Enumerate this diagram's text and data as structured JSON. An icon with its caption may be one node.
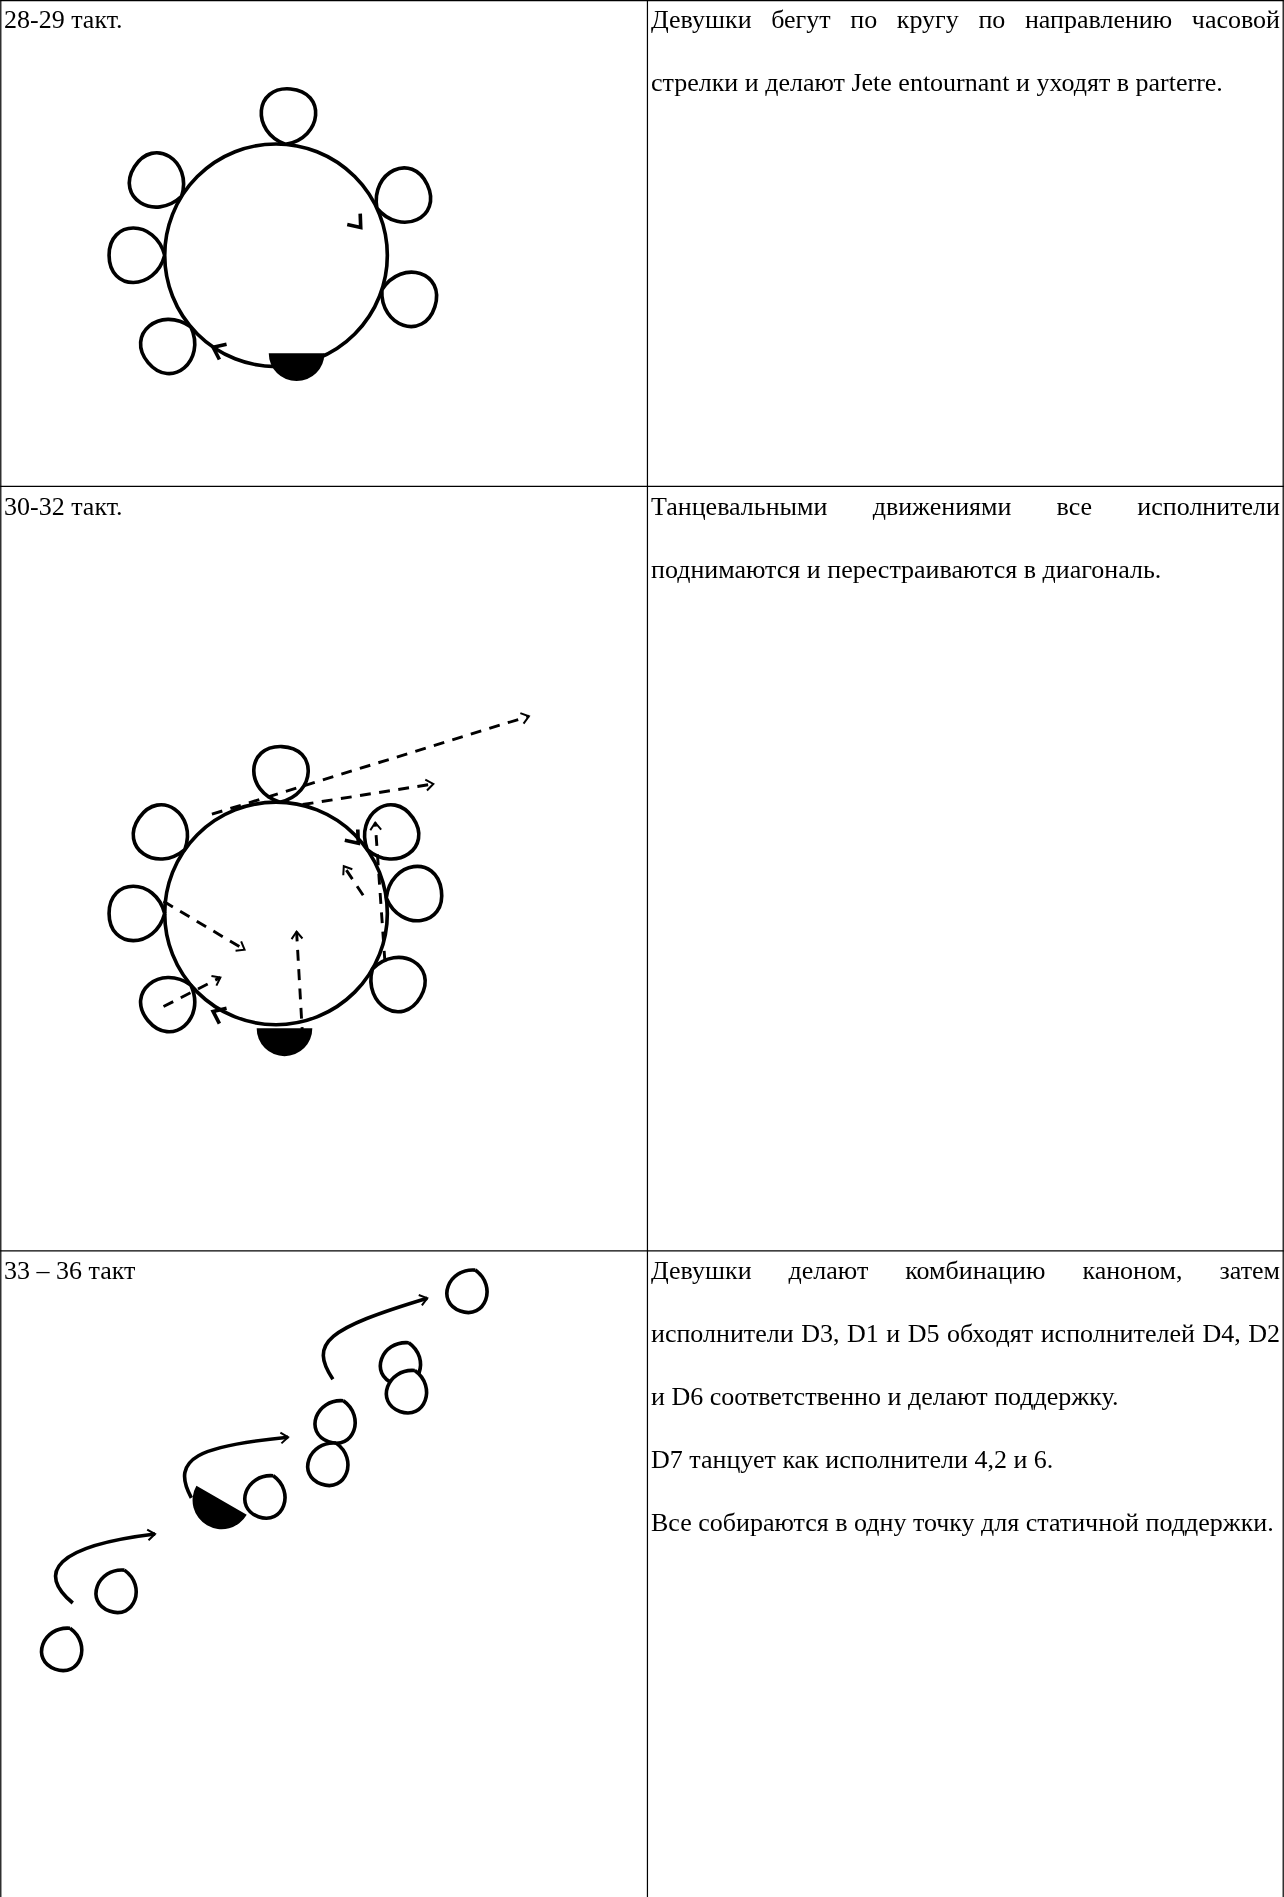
{
  "diagram": {
    "labels": [
      "28-29 такт.",
      "Девушки бегут по кругу по направлению часовой стрелки и делают Jete entournant и уходят в parterre.",
      "30-32 такт.",
      "Танцевальными движениями все исполнители поднимаются и перестраиваются в диагональ.",
      "33 – 36 такт",
      "Девушки делают комбинацию каноном, затем исполнители D3, D1 и D5 обходят исполнителей D4, D2 и D6 соответственно и делают поддержку.",
      "D7 танцует как исполнители 4,2 и 6.",
      "Все собираются в одну точку для статичной поддержки."
    ]
  }
}
